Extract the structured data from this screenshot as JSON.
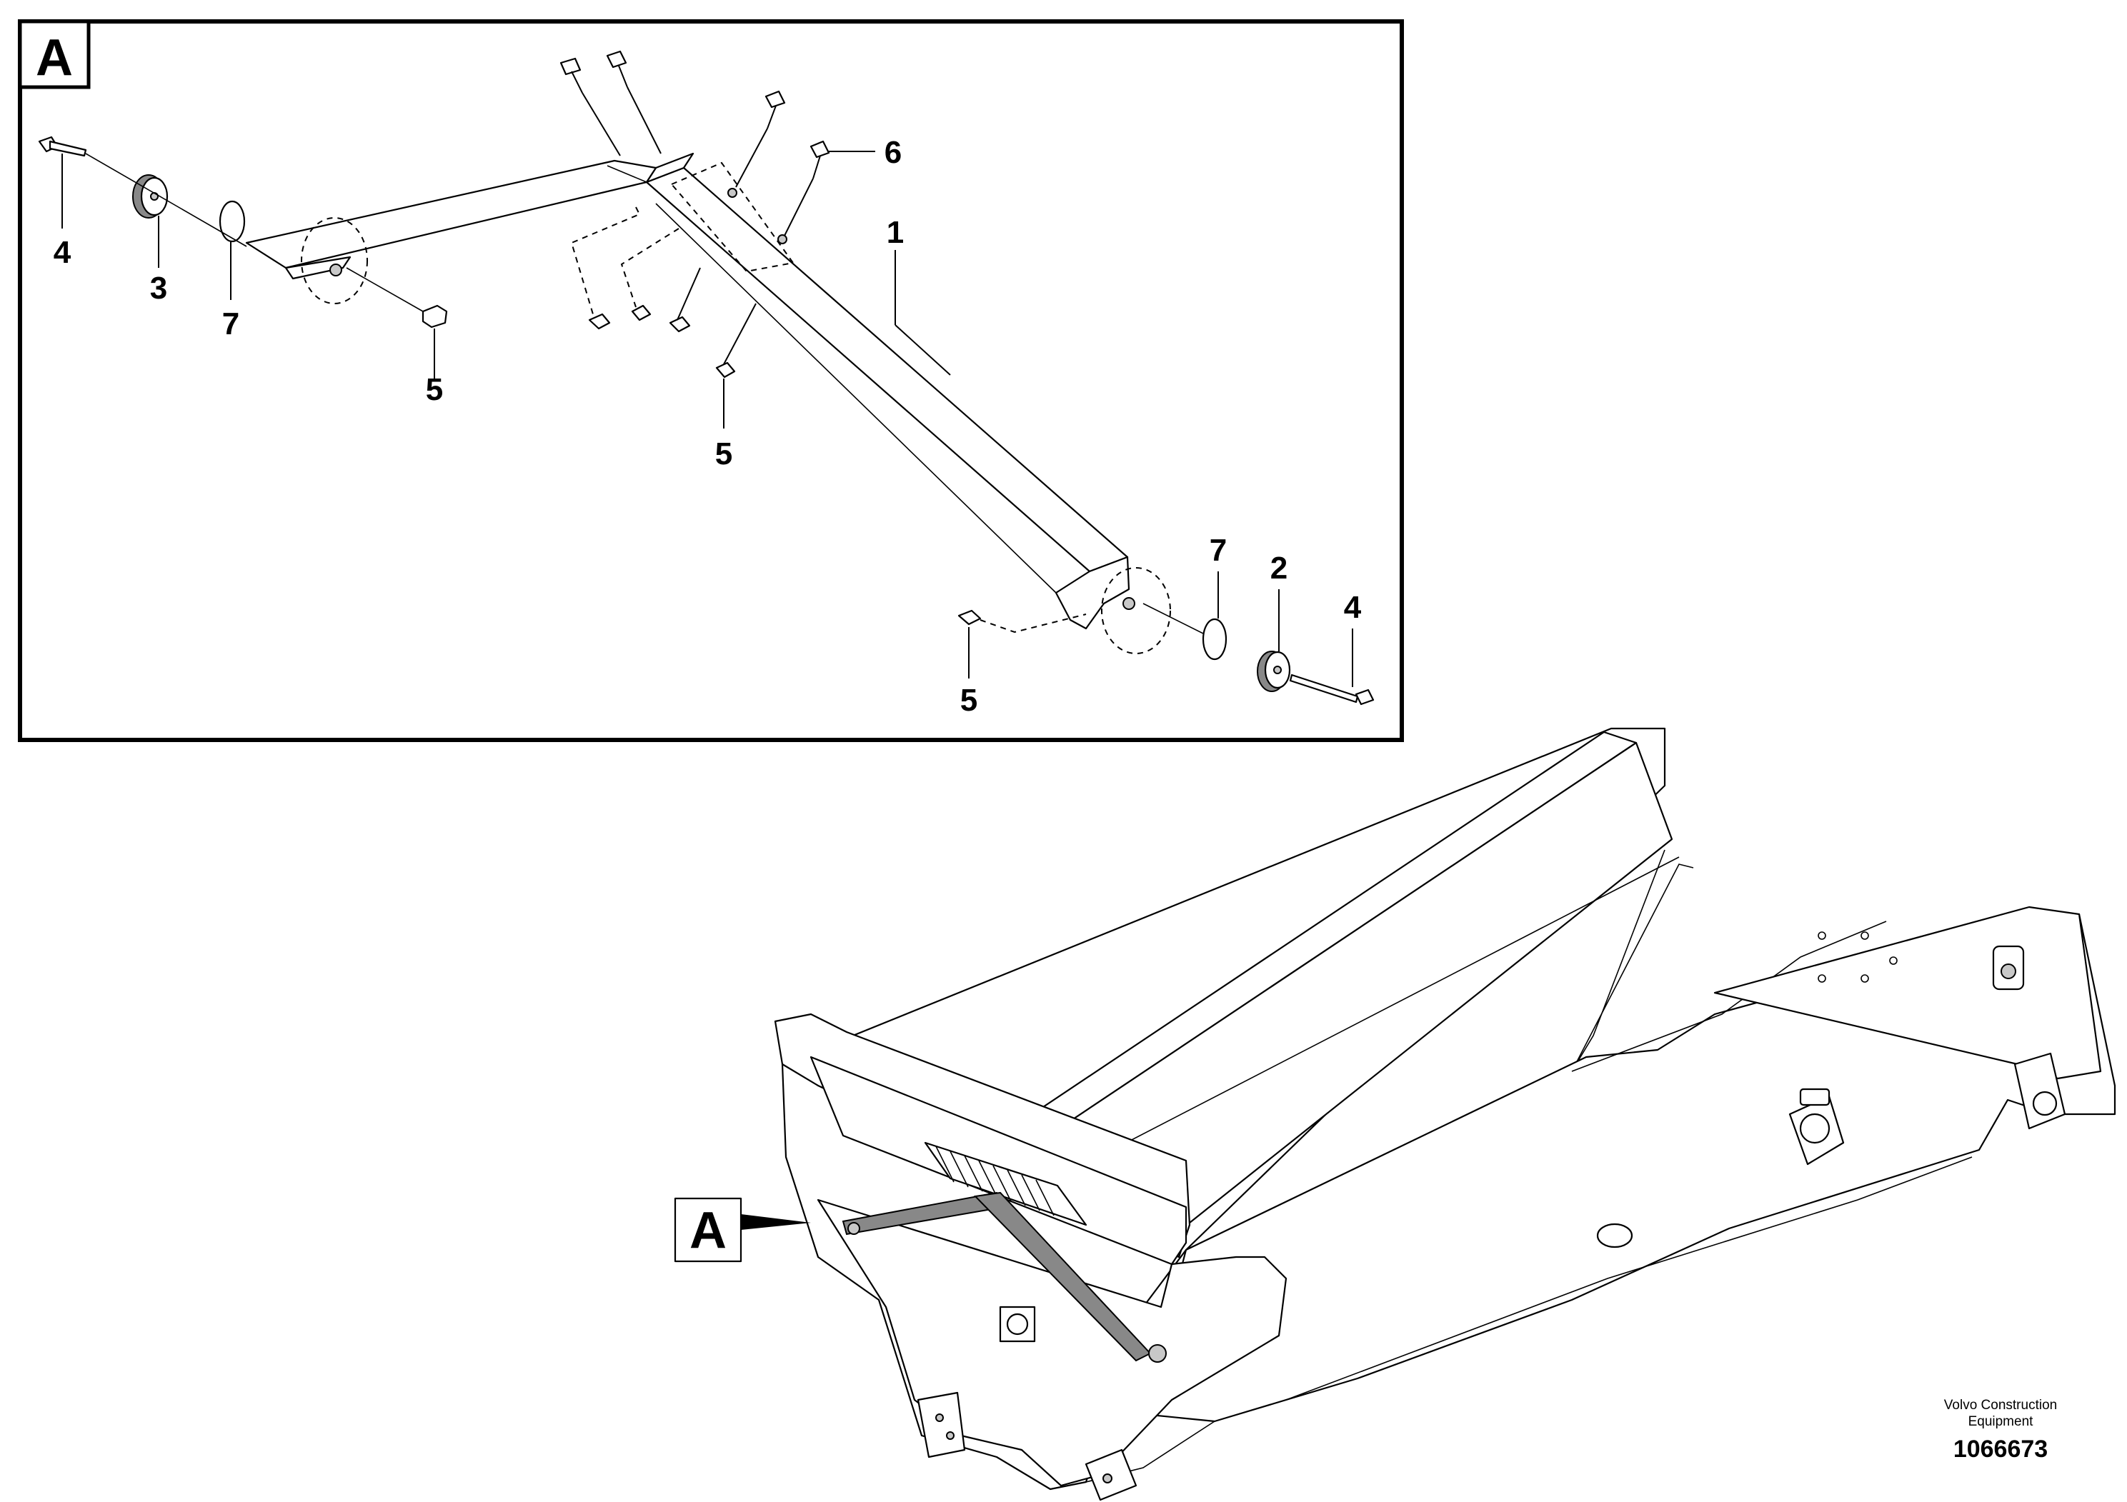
{
  "detail": {
    "label": "A",
    "callouts": [
      "1",
      "2",
      "3",
      "4",
      "4",
      "5",
      "5",
      "5",
      "6",
      "7",
      "7"
    ]
  },
  "overview": {
    "label": "A"
  },
  "footer": {
    "brand_line1": "Volvo Construction",
    "brand_line2": "Equipment",
    "part_number": "1066673"
  }
}
